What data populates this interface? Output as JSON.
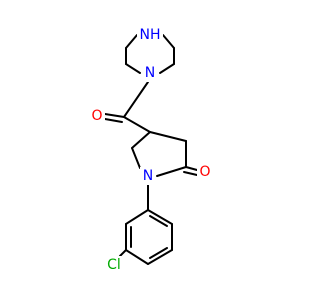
{
  "molecule": {
    "atoms": {
      "nh": "NH",
      "n_piperazine": "N",
      "o_amide": "O",
      "n_pyrrolidinone": "N",
      "o_lactam": "O",
      "cl": "Cl"
    },
    "colors": {
      "bond": "#000000",
      "nitrogen": "#0000FF",
      "oxygen": "#FF0000",
      "chlorine": "#00AA00"
    }
  }
}
